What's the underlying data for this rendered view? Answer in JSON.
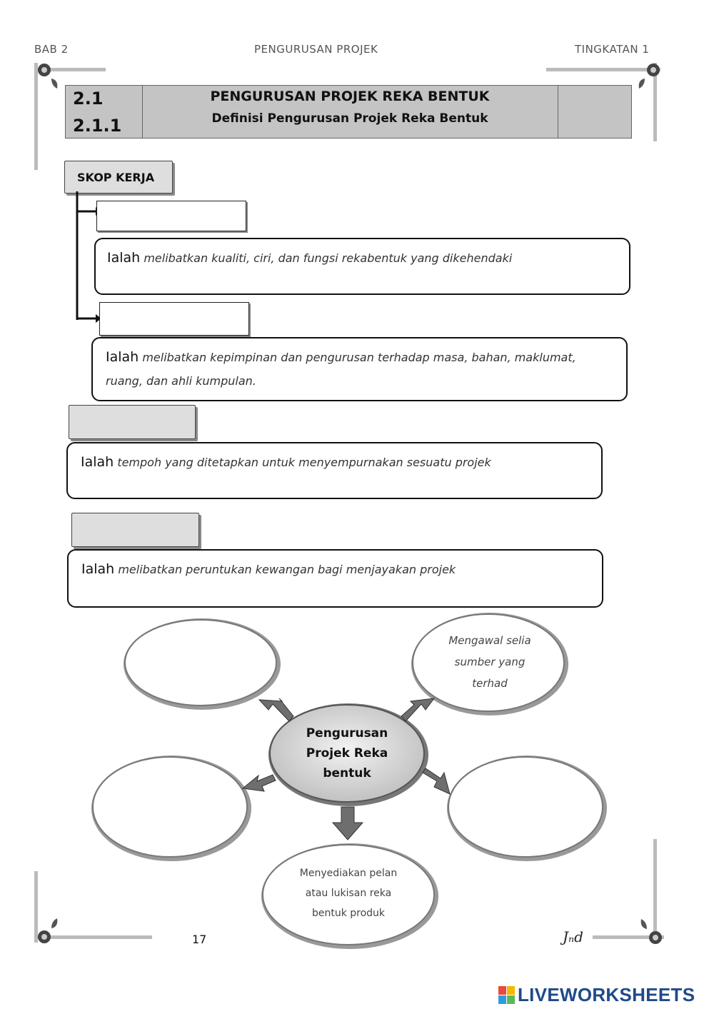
{
  "header": {
    "left": "BAB 2",
    "center": "PENGURUSAN PROJEK",
    "right": "TINGKATAN 1"
  },
  "title": {
    "num1": "2.1",
    "num2": "2.1.1",
    "line1": "PENGURUSAN PROJEK REKA BENTUK",
    "line2": "Definisi Pengurusan Projek Reka Bentuk"
  },
  "skop": {
    "label": "SKOP KERJA",
    "item1": {
      "answer": "",
      "lead": "Ialah",
      "text": "melibatkan kualiti, ciri, dan fungsi rekabentuk yang dikehendaki"
    },
    "item2": {
      "answer": "",
      "lead": "Ialah",
      "text1": "melibatkan kepimpinan dan pengurusan terhadap masa, bahan, maklumat,",
      "text2": "ruang, dan ahli kumpulan."
    }
  },
  "section3": {
    "answer": "",
    "lead": "Ialah",
    "text": "tempoh yang ditetapkan untuk menyempurnakan sesuatu projek"
  },
  "section4": {
    "answer": "",
    "lead": "Ialah",
    "text": "melibatkan peruntukan kewangan bagi menjayakan projek"
  },
  "diagram": {
    "center": {
      "line1": "Pengurusan",
      "line2": "Projek Reka",
      "line3": "bentuk"
    },
    "top_right": {
      "line1": "Mengawal selia",
      "line2": "sumber yang",
      "line3": "terhad"
    },
    "bottom": {
      "line1": "Menyediakan pelan",
      "line2": "atau lukisan reka",
      "line3": "bentuk produk"
    },
    "top_left": "",
    "left": "",
    "right": ""
  },
  "footer": {
    "page": "17",
    "signature": "Jₙd"
  },
  "watermark": "LIVEWORKSHEETS"
}
